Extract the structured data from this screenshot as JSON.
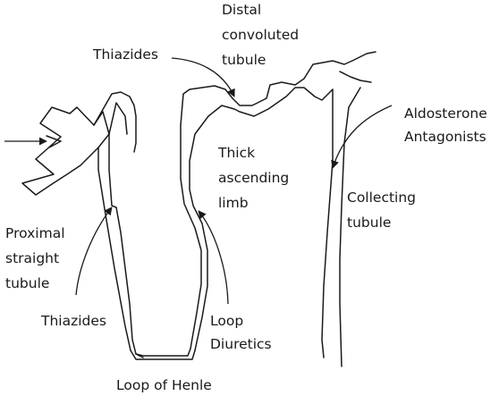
{
  "labels": {
    "distal_convoluted_tubule": [
      "Distal",
      "convoluted",
      "tubule"
    ],
    "thiazides_top": "Thiazides",
    "aldosterone_antagonists": [
      "Aldosterone",
      "Antagonists"
    ],
    "thick_ascending_limb": [
      "Thick",
      "ascending",
      "limb"
    ],
    "collecting_tubule": [
      "Collecting",
      "tubule"
    ],
    "proximal_straight_tubule": [
      "Proximal",
      "straight",
      "tubule"
    ],
    "thiazides_bottom": "Thiazides",
    "loop_diuretics": [
      "Loop",
      "Diuretics"
    ],
    "loop_of_henle": "Loop of Henle"
  }
}
